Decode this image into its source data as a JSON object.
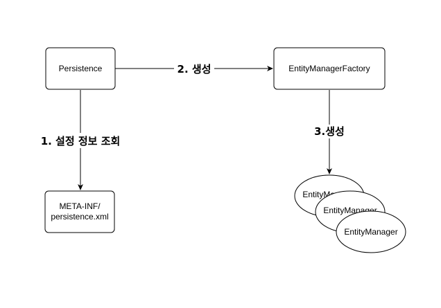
{
  "nodes": {
    "persistence": {
      "label": "Persistence"
    },
    "factory": {
      "label": "EntityManagerFactory"
    },
    "meta_inf": {
      "line1": "META-INF/",
      "line2": "persistence.xml"
    },
    "entity_managers": [
      {
        "label": "EntityManager"
      },
      {
        "label": "EntityManager"
      },
      {
        "label": "EntityManager"
      }
    ]
  },
  "edges": {
    "create_factory": {
      "label": "2. 생성"
    },
    "lookup_config": {
      "label": "1. 설정 정보 조회"
    },
    "create_manager": {
      "label": "3.생성"
    }
  }
}
